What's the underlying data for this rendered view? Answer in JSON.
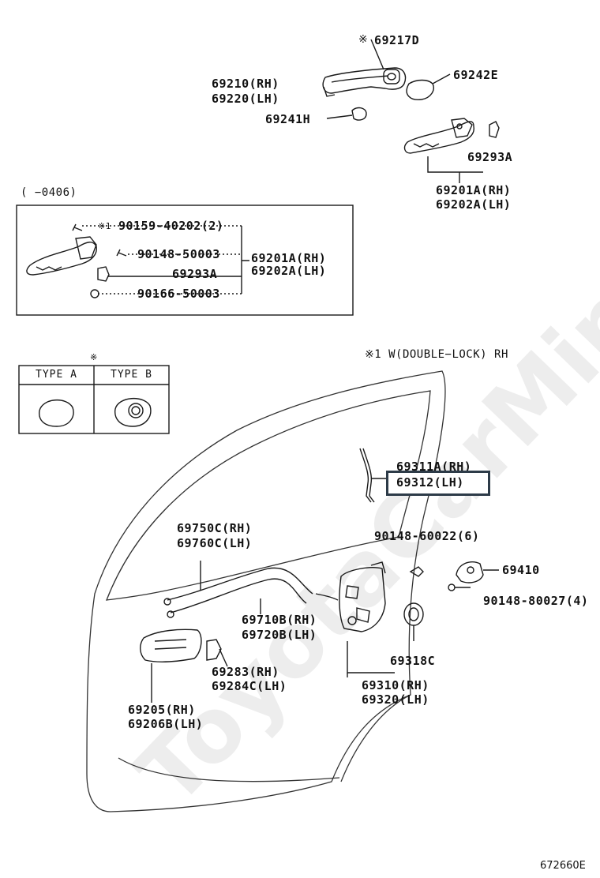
{
  "header": {
    "mark_note": "※",
    "part_69217D": "69217D",
    "part_69242E": "69242E",
    "part_69210": "69210(RH)",
    "part_69220": "69220(LH)",
    "part_69241H": "69241H",
    "part_69293A": "69293A",
    "part_69201A": "69201A(RH)",
    "part_69202A": "69202A(LH)"
  },
  "inset_box": {
    "range_label": "(    −0406)",
    "mark": "※1",
    "bolt1": "90159-40202(2)",
    "bolt2": "90148-50003",
    "clip": "69293A",
    "bolt3": "90166-50003",
    "handle_rh": "69201A(RH)",
    "handle_lh": "69202A(LH)"
  },
  "type_table": {
    "mark": "※",
    "type_a": "TYPE A",
    "type_b": "TYPE B"
  },
  "main": {
    "note": "※1 W(DOUBLE−LOCK) RH",
    "rod_rh": "69311A(RH)",
    "rod_lh": "69312(LH)",
    "screw1": "90148-60022(6)",
    "striker": "69410",
    "screw2": "90148-80027(4)",
    "cable1_rh": "69750C(RH)",
    "cable1_lh": "69760C(LH)",
    "cable2_rh": "69710B(RH)",
    "cable2_lh": "69720B(LH)",
    "plug": "69318C",
    "switch_rh": "69283(RH)",
    "switch_lh": "69284C(LH)",
    "lock_rh": "69310(RH)",
    "lock_lh": "69320(LH)",
    "inner_rh": "69205(RH)",
    "inner_lh": "69206B(LH)"
  },
  "watermark": "ToyotaCarMiner.ru",
  "footer": {
    "drawing_no": "672660E"
  }
}
